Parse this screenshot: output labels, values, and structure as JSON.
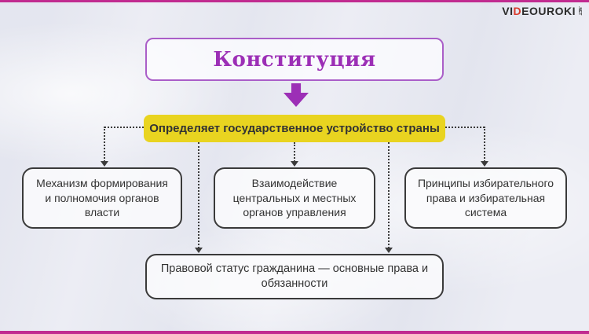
{
  "page": {
    "top_border_color": "#c12b90",
    "bottom_border_color": "#c12b90",
    "background_color": "#ecedf4"
  },
  "logo": {
    "prefix": "VI",
    "d_letter": "D",
    "rest": "EOUROKI",
    "suffix": ".NET",
    "d_color": "#d93a2b",
    "text_color": "#2b2b2b"
  },
  "title": {
    "label": "Конституция",
    "text_color": "#9c2fb6",
    "border_color": "#aa5ec8"
  },
  "arrow": {
    "icon": "down-arrow",
    "color": "#9c2fb6"
  },
  "definition": {
    "label": "Определяет государственное устройство страны",
    "bg_color": "#e9d420",
    "text_color": "#333333"
  },
  "connectors": {
    "style": "dotted",
    "color": "#3b3b3b"
  },
  "branches": [
    {
      "label": "Механизм формирования и полномочия органов власти"
    },
    {
      "label": "Взаимодействие центральных и местных органов управления"
    },
    {
      "label": "Принципы избирательного права и избирательная система"
    }
  ],
  "status": {
    "label": "Правовой статус гражданина — основные права и обязанности"
  }
}
